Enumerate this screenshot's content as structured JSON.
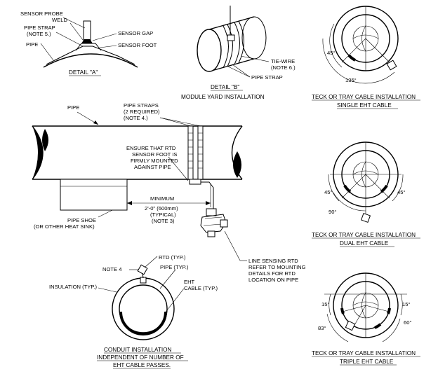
{
  "detail_a": {
    "sensor_probe": "SENSOR PROBE",
    "weld": "WELD",
    "pipe_strap": "PIPE STRAP",
    "note5": "(NOTE 5.)",
    "pipe": "PIPE",
    "sensor_gap": "SENSOR GAP",
    "sensor_foot": "SENSOR FOOT",
    "title": "DETAIL \"A\""
  },
  "detail_b": {
    "tie_wire": "TIE-WIRE",
    "note6": "(NOTE 6.)",
    "pipe_strap": "PIPE STRAP",
    "title": "DETAIL \"B\"",
    "subtitle": "MODULE YARD INSTALLATION"
  },
  "main": {
    "pipe": "PIPE",
    "pipe_straps": "PIPE STRAPS",
    "required": "(2 REQUIRED)",
    "note4": "(NOTE 4.)",
    "ensure1": "ENSURE THAT RTD",
    "ensure2": "SENSOR FOOT IS",
    "ensure3": "FIRMLY MOUNTED",
    "ensure4": "AGAINST PIPE",
    "minimum": "MINIMUM",
    "dim": "2'-0\" (600mm)",
    "typical": "(TYPICAL)",
    "note3": "(NOTE 3)",
    "pipe_shoe": "PIPE SHOE",
    "heat_sink": "(OR OTHER HEAT SINK)",
    "line1": "LINE SENSING RTD",
    "line2": "REFER TO MOUNTING",
    "line3": "DETAILS FOR RTD",
    "line4": "LOCATION ON PIPE"
  },
  "conduit": {
    "note4": "NOTE 4",
    "rtd": "RTD (TYP.)",
    "pipe": "PIPE (TYP.)",
    "insulation": "INSULATION (TYP.)",
    "eht": "EHT",
    "cable": "CABLE (TYP.)",
    "title1": "CONDUIT INSTALLATION",
    "title2": "INDEPENDENT OF NUMBER OF",
    "title3": "EHT CABLE PASSES."
  },
  "single": {
    "angle1": "45°",
    "angle2": "135°",
    "title1": "TECK OR TRAY CABLE INSTALLATION",
    "title2": "SINGLE EHT CABLE"
  },
  "dual": {
    "angle_left": "45°",
    "angle_right": "45°",
    "angle_bottom": "90°",
    "title1": "TECK OR TRAY CABLE INSTALLATION",
    "title2": "DUAL EHT CABLE"
  },
  "triple": {
    "angle_left": "15°",
    "angle_right": "15°",
    "angle_60": "60°",
    "angle_83": "83°",
    "title1": "TECK OR TRAY CABLE INSTALLATION",
    "title2": "TRIPLE EHT CABLE"
  }
}
